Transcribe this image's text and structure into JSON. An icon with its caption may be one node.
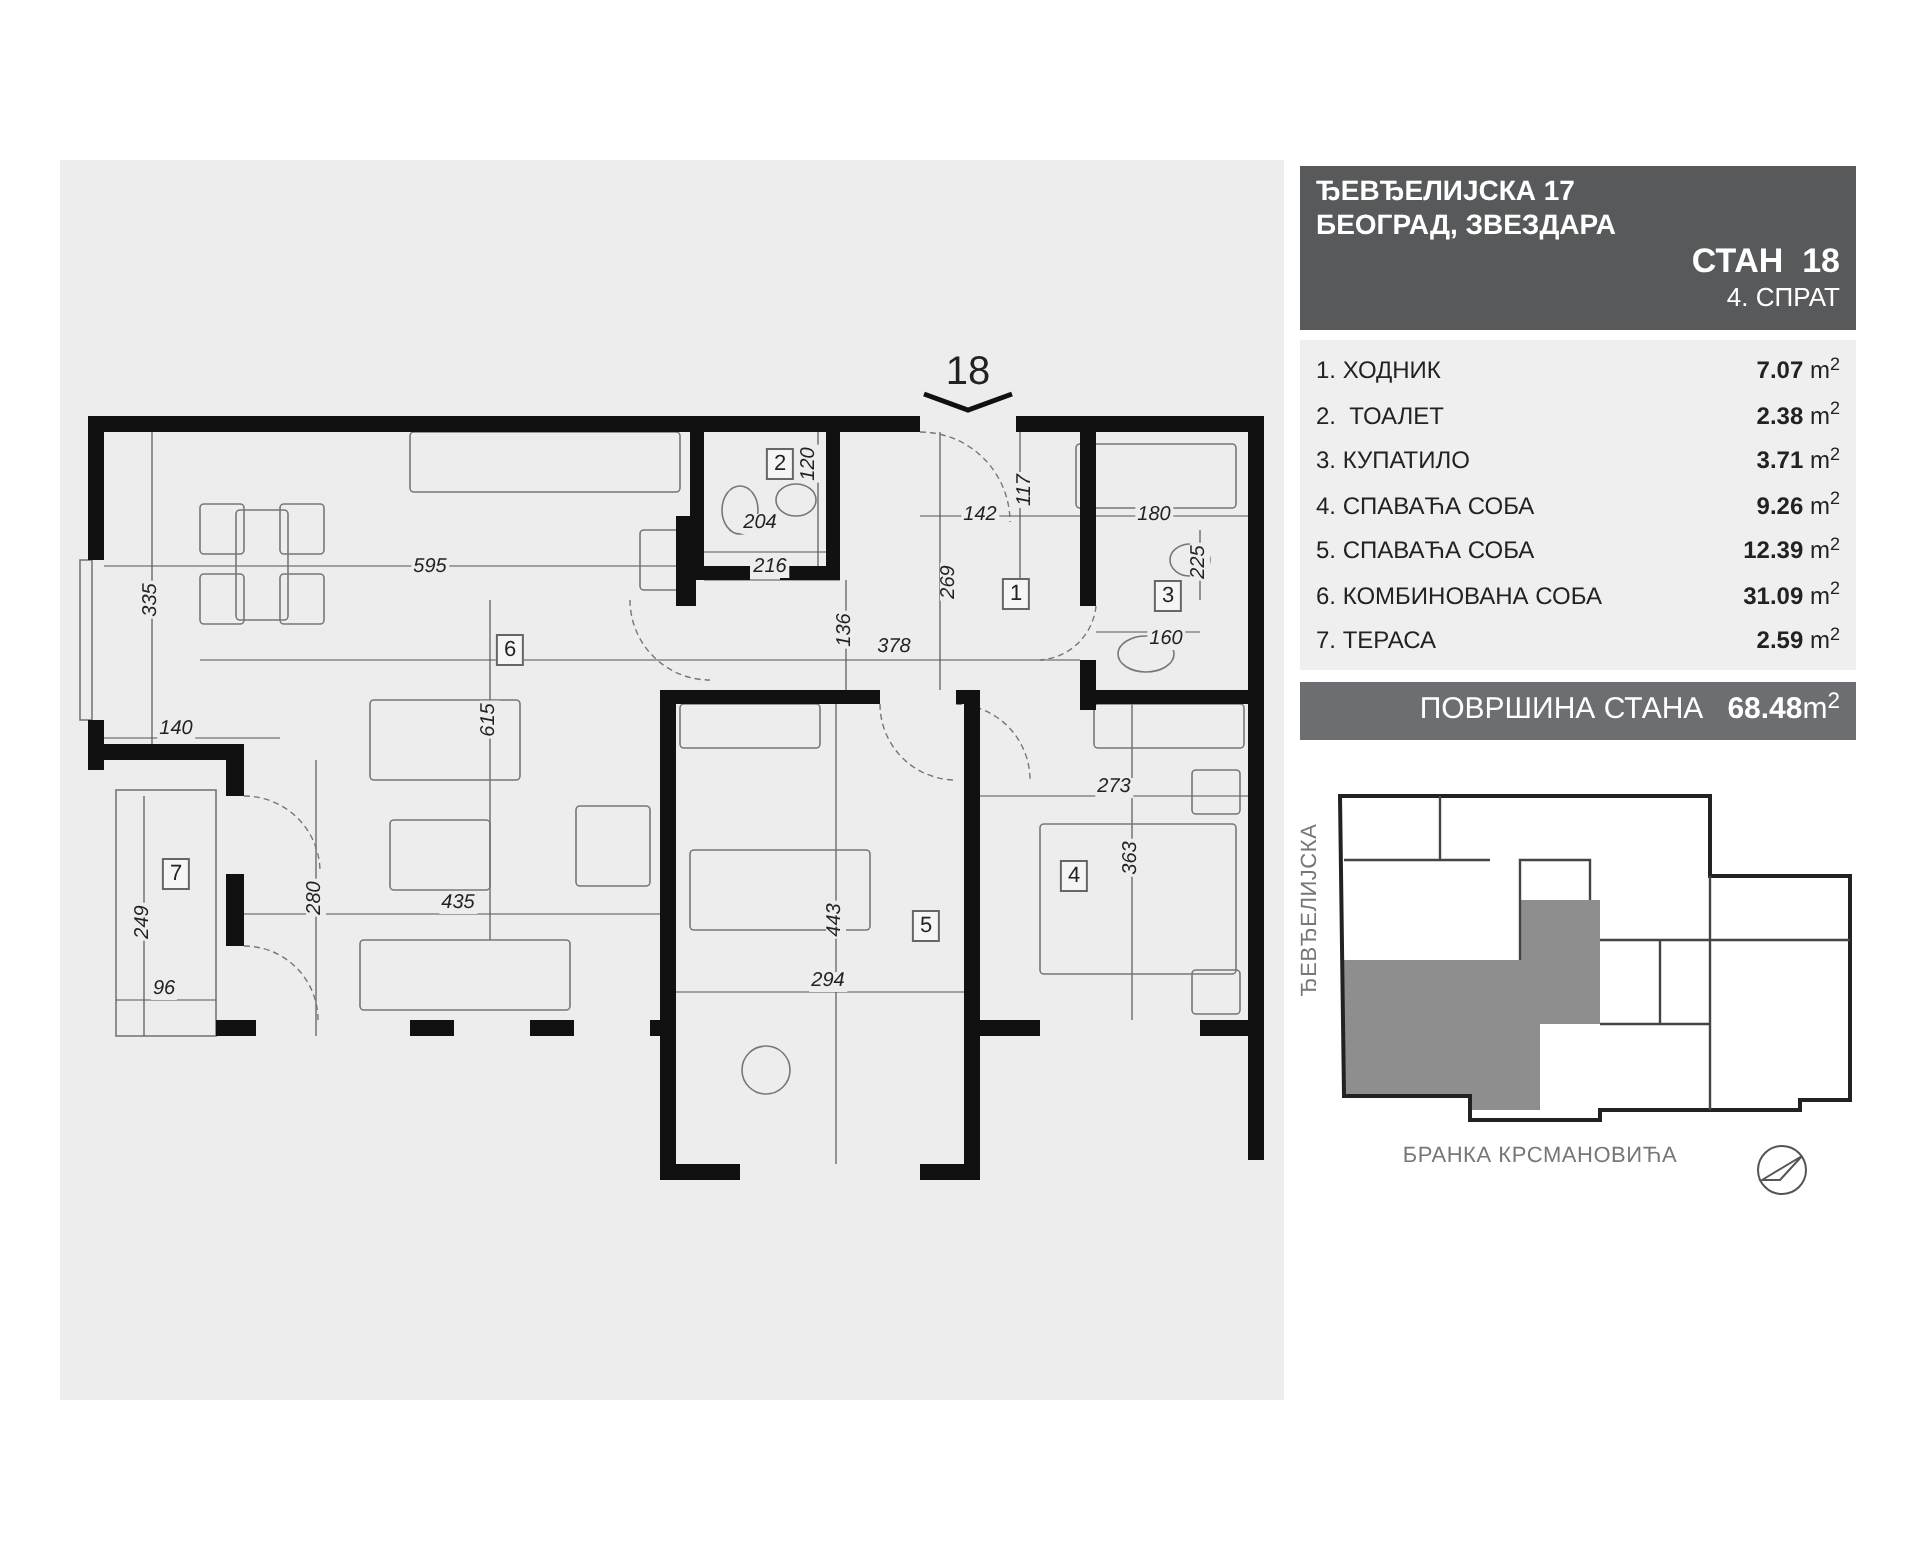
{
  "diagram": {
    "nodes": [
      {
        "text": [
          "ЂЕВЂЕЛИЈСКА 17",
          "БЕОГРАД, ЗВЕЗДАРА",
          "СТАН  18",
          "4. СПРАТ"
        ]
      },
      {
        "text": [
          "ПОВРШИНА СТАНА",
          "**68.48**m$^{2}$"
        ]
      },
      {
        "text": [
          "1"
        ]
      },
      {
        "text": [
          "2"
        ]
      },
      {
        "text": [
          "3"
        ]
      },
      {
        "text": [
          "4"
        ]
      },
      {
        "text": [
          "5"
        ]
      },
      {
        "text": [
          "6"
        ]
      },
      {
        "text": [
          "7"
        ]
      }
    ],
    "labels": [
      "18",
      "595",
      "335",
      "140",
      "615",
      "204",
      "120",
      "216",
      "142",
      "117",
      "269",
      "136",
      "378",
      "180",
      "225",
      "160",
      "273",
      "363",
      "443",
      "294",
      "280",
      "435",
      "249",
      "96",
      "1. ХОДНИК",
      "**7.07** m$^{2}$",
      "2.  ТОАЛЕТ",
      "**2.38** m$^{2}$",
      "3. КУПАТИЛО",
      "**3.71** m$^{2}$",
      "4. СПАВАЋА СОБА",
      "**9.26** m$^{2}$",
      "5. СПАВАЋА СОБА",
      "**12.39** m$^{2}$",
      "6. КОМБИНОВАНА СОБА",
      "**31.09** m$^{2}$",
      "7. ТЕРАСА",
      "**2.59** m$^{2}$",
      "ЂЕВЂЕЛИЈСКА",
      "БРАНКА КРСМАНОВИЋА"
    ]
  }
}
